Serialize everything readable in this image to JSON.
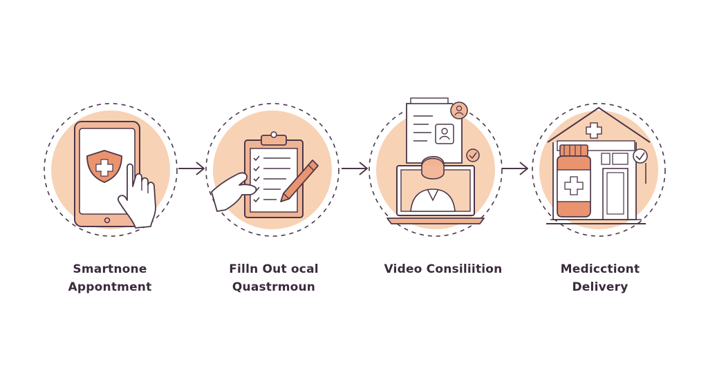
{
  "steps": [
    {
      "icon": "smartphone-shield-icon",
      "label_lines": [
        "Smartnone",
        "Appontment"
      ]
    },
    {
      "icon": "clipboard-checklist-icon",
      "label_lines": [
        "Filln Out ocal",
        "Quastrmoun"
      ]
    },
    {
      "icon": "laptop-video-icon",
      "label_lines": [
        "Video Consiliition",
        ""
      ]
    },
    {
      "icon": "pharmacy-delivery-icon",
      "label_lines": [
        "Medicctiont",
        "Delivery"
      ]
    }
  ],
  "colors": {
    "circle_fill": "#f8d2b5",
    "stroke": "#4a3648",
    "accent": "#d98a6c",
    "background": "#ffffff"
  }
}
